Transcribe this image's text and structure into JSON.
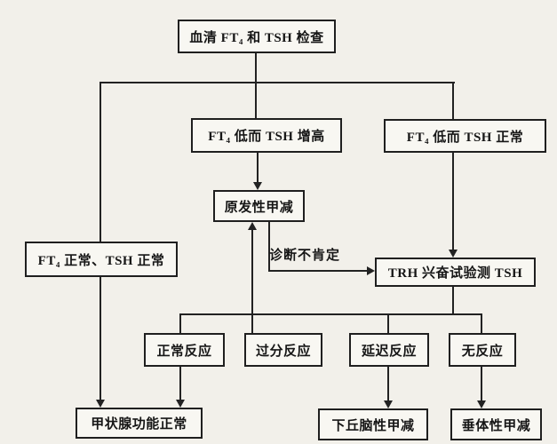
{
  "diagram": {
    "description": "Serum FT4 and TSH diagnostic flowchart for hypothyroidism",
    "nodes": {
      "serum_test": {
        "label": "血清 FT₄ 和 TSH 检查"
      },
      "ft4_low_tsh_high": {
        "label": "FT₄ 低而 TSH 增高"
      },
      "ft4_low_tsh_normal": {
        "label": "FT₄ 低而 TSH 正常"
      },
      "primary_hypothyroidism": {
        "label": "原发性甲减"
      },
      "ft4_normal_tsh_normal": {
        "label": "FT₄ 正常、TSH 正常"
      },
      "trh_test": {
        "label": "TRH 兴奋试验测 TSH"
      },
      "normal_response": {
        "label": "正常反应"
      },
      "excessive_response": {
        "label": "过分反应"
      },
      "delayed_response": {
        "label": "延迟反应"
      },
      "no_response": {
        "label": "无反应"
      },
      "thyroid_function_normal": {
        "label": "甲状腺功能正常"
      },
      "hypothalamic_hypothyroidism": {
        "label": "下丘脑性甲减"
      },
      "pituitary_hypothyroidism": {
        "label": "垂体性甲减"
      }
    },
    "edge_labels": {
      "diagnosis_uncertain": "诊断不肯定"
    },
    "colors": {
      "background": "#f2f0ea",
      "box_border": "#1f1f1f",
      "line": "#222222",
      "text": "#161616"
    }
  }
}
